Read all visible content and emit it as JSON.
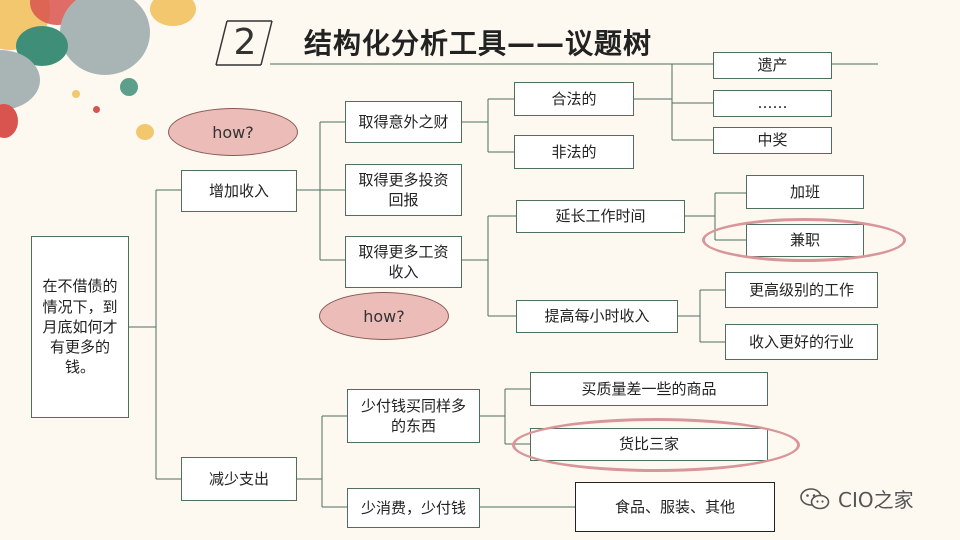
{
  "title": {
    "number": "2",
    "text": "结构化分析工具——议题树"
  },
  "root": "在不借债的情况下，到月底如何才有更多的钱。",
  "how_labels": [
    "how?",
    "how?"
  ],
  "branches": {
    "increase_income": "增加收入",
    "reduce_expense": "减少支出"
  },
  "income_sub": {
    "windfall": "取得意外之财",
    "investment": "取得更多投资回报",
    "wage": "取得更多工资收入"
  },
  "windfall_sub": {
    "legal": "合法的",
    "illegal": "非法的"
  },
  "legal_sub": {
    "inheritance": "遗产",
    "etc": "……",
    "lottery": "中奖"
  },
  "wage_sub": {
    "longer_hours": "延长工作时间",
    "hourly": "提高每小时收入"
  },
  "longer_hours_sub": {
    "overtime": "加班",
    "part_time": "兼职"
  },
  "hourly_sub": {
    "higher_job": "更高级别的工作",
    "better_industry": "收入更好的行业"
  },
  "expense_sub": {
    "pay_less": "少付钱买同样多的东西",
    "consume_less": "少消费，少付钱"
  },
  "pay_less_sub": {
    "lower_quality": "买质量差一些的商品",
    "compare": "货比三家"
  },
  "consume_less_sub": {
    "categories": "食品、服装、其他"
  },
  "watermark": "CIO之家",
  "colors": {
    "background": "#fdf9f1",
    "node_border": "#4f6f5e",
    "how_fill": "#ebbcb8",
    "highlight_ring": "#d9969a"
  }
}
